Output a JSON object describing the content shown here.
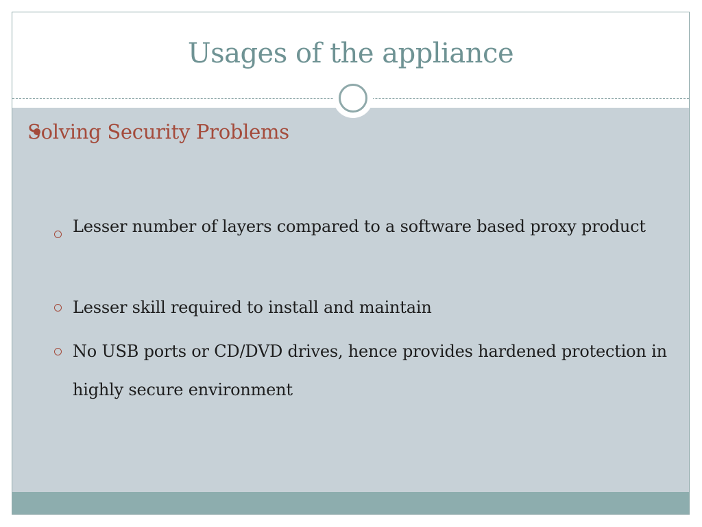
{
  "slide": {
    "title": "Usages of the appliance",
    "bullet": {
      "label": "Solving Security Problems",
      "sub_items": [
        "Lesser number of layers compared to a software based proxy product",
        "Lesser skill required to install and maintain",
        "No USB ports or CD/DVD drives, hence provides hardened protection in highly secure environment"
      ]
    }
  },
  "colors": {
    "title": "#6f9394",
    "accent": "#a44b3b",
    "content_bg": "#c7d1d7",
    "footer": "#8dadae",
    "border": "#8fa9aa"
  }
}
